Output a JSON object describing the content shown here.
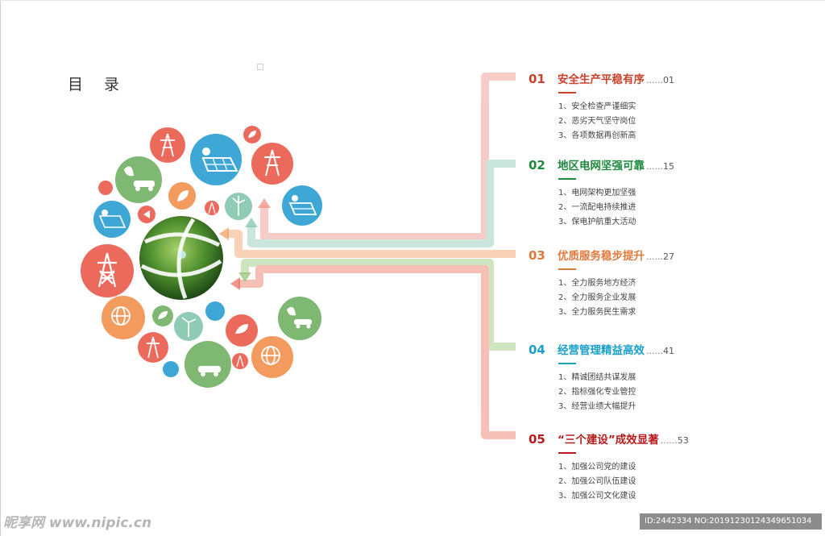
{
  "title": "目 录",
  "colors": {
    "red": "#c8422c",
    "green": "#1f8a3e",
    "orange": "#e07a3c",
    "blue": "#1a9fc9",
    "darkred": "#b71c1c"
  },
  "sections": [
    {
      "num": "01",
      "title": "安全生产平稳有序",
      "dots": "......",
      "page": "01",
      "items": [
        "1、安全检查严谨细实",
        "2、恶劣天气坚守岗位",
        "3、各项数据再创新高"
      ]
    },
    {
      "num": "02",
      "title": "地区电网坚强可靠",
      "dots": "......",
      "page": "15",
      "items": [
        "1、电网架构更加坚强",
        "2、一流配电持续推进",
        "3、保电护航重大活动"
      ]
    },
    {
      "num": "03",
      "title": "优质服务稳步提升",
      "dots": "......",
      "page": "27",
      "items": [
        "1、全力服务地方经济",
        "2、全力服务企业发展",
        "3、全力服务民生需求"
      ]
    },
    {
      "num": "04",
      "title": "经营管理精益高效",
      "dots": "......",
      "page": "41",
      "items": [
        "1、精诚团结共谋发展",
        "2、指标强化专业管控",
        "3、经营业绩大幅提升"
      ]
    },
    {
      "num": "05",
      "title": "“三个建设”成效显著",
      "dots": "......",
      "page": "53",
      "items": [
        "1、加强公司党的建设",
        "2、加强公司队伍建设",
        "3、加强公司文化建设"
      ]
    }
  ],
  "watermark": {
    "left": "昵享网 www.nipic.cn",
    "right": "ID:2442334 NO:20191230124349651034"
  }
}
